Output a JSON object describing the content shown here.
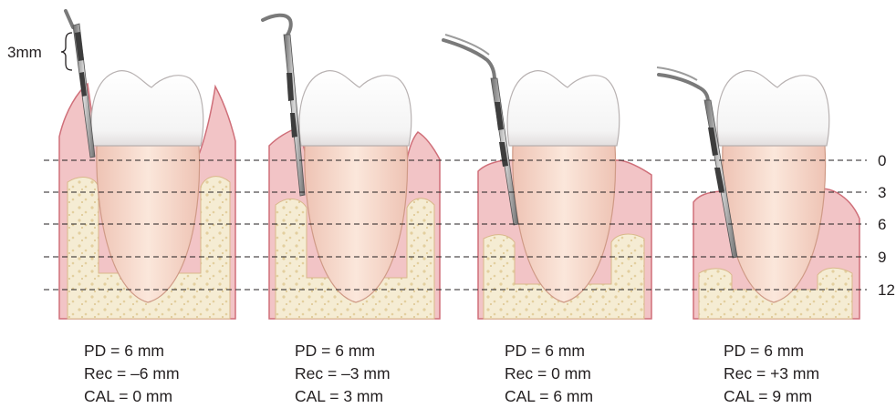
{
  "probe_label": "3mm",
  "scale_ticks": [
    "0",
    "3",
    "6",
    "9",
    "12"
  ],
  "panels": [
    {
      "pd": "PD = 6 mm",
      "rec": "Rec = –6 mm",
      "cal": "CAL = 0 mm"
    },
    {
      "pd": "PD = 6 mm",
      "rec": "Rec = –3 mm",
      "cal": "CAL = 3 mm"
    },
    {
      "pd": "PD = 6 mm",
      "rec": "Rec = 0 mm",
      "cal": "CAL = 6 mm"
    },
    {
      "pd": "PD = 6 mm",
      "rec": "Rec = +3 mm",
      "cal": "CAL = 9 mm"
    }
  ],
  "colors": {
    "gum": "#f2c4c6",
    "gum_edge": "#cf6f79",
    "bone": "#f5ecd3",
    "enamel": "#ffffff",
    "root": "#f7dcc9",
    "probe": "#8c8c8c"
  }
}
